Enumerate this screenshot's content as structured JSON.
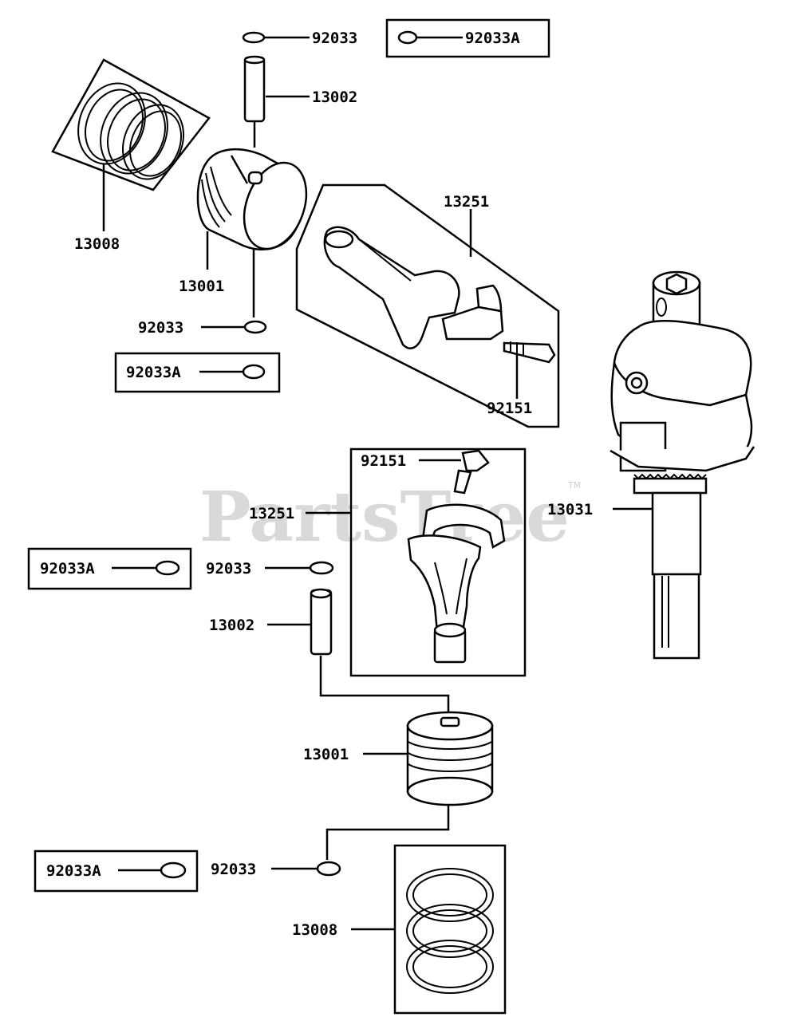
{
  "watermark": {
    "text": "PartsTree",
    "trademark": "TM"
  },
  "labels": {
    "circlip_top": "92033",
    "circlip_top_alt": "92033A",
    "pin_top": "13002",
    "rings_top": "13008",
    "piston_top": "13001",
    "circlip_mid": "92033",
    "circlip_mid_alt": "92033A",
    "rod_top": "13251",
    "bolt_top": "92151",
    "bolt_bottom": "92151",
    "rod_bottom": "13251",
    "crankshaft": "13031",
    "circlip_left_alt": "92033A",
    "circlip_left": "92033",
    "pin_bottom": "13002",
    "piston_bottom": "13001",
    "circlip_bottom_alt": "92033A",
    "circlip_bottom": "92033",
    "rings_bottom": "13008"
  }
}
